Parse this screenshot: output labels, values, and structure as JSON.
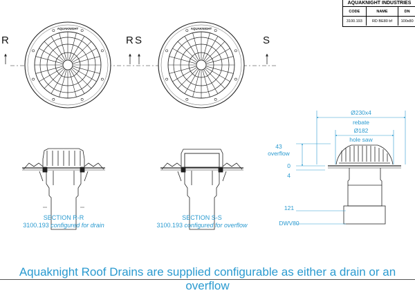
{
  "title_block": {
    "company": "AQUAKNIGHT INDUSTRIES",
    "headers": [
      "CODE",
      "NAME",
      "DN"
    ],
    "values": [
      "3100.193",
      "RD BE80 bf",
      "100x80"
    ]
  },
  "plan_views": {
    "brand_text": "AQUAKNIGHT",
    "section_letters": [
      "R",
      "R",
      "S",
      "S"
    ]
  },
  "sections": [
    {
      "title": "SECTION R-R",
      "code": "3100.193",
      "config": "configured for drain"
    },
    {
      "title": "SECTION S-S",
      "code": "3100.193",
      "config": "configured for overflow"
    }
  ],
  "dimensions": {
    "rebate_value": "230x4",
    "rebate_label": "rebate",
    "hole_value": "182",
    "hole_label": "hole saw",
    "overflow_value": "43",
    "overflow_label": "overflow",
    "zero": "0",
    "four": "4",
    "height": "121",
    "outlet": "DWV80",
    "diameter_symbol": "Ø"
  },
  "caption": "Aquaknight Roof Drains are supplied configurable as either a drain or an overflow",
  "colors": {
    "annotation": "#2a9ad0",
    "line": "#1a1a1a"
  }
}
